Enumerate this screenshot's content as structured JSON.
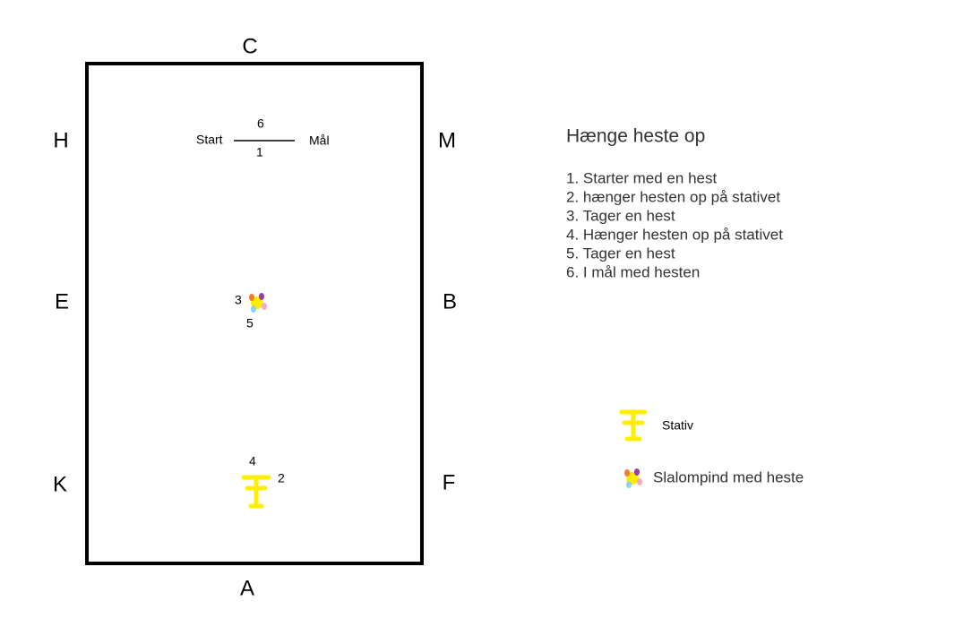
{
  "arena": {
    "letters": {
      "C": "C",
      "H": "H",
      "M": "M",
      "E": "E",
      "B": "B",
      "K": "K",
      "F": "F",
      "A": "A"
    },
    "start_label": "Start",
    "finish_label": "Mål",
    "marker_6": "6",
    "marker_1": "1",
    "marker_3": "3",
    "marker_5": "5",
    "marker_4": "4",
    "marker_2": "2"
  },
  "instructions": {
    "title": "Hænge heste op",
    "steps": [
      "1. Starter med en hest",
      "2. hænger hesten op på stativet",
      "3. Tager en hest",
      "4. Hænger hesten op på stativet",
      "5. Tager en hest",
      "6. I mål med hesten"
    ]
  },
  "legend": {
    "stand_label": "Stativ",
    "pole_label": "Slalompind med heste"
  },
  "colors": {
    "stand": "#ffee00",
    "pole": "#ffee00",
    "horse_orange": "#f47c2a",
    "horse_purple": "#9b3fa0",
    "horse_blue": "#8fd3ea",
    "horse_pink": "#f5a9c8"
  }
}
